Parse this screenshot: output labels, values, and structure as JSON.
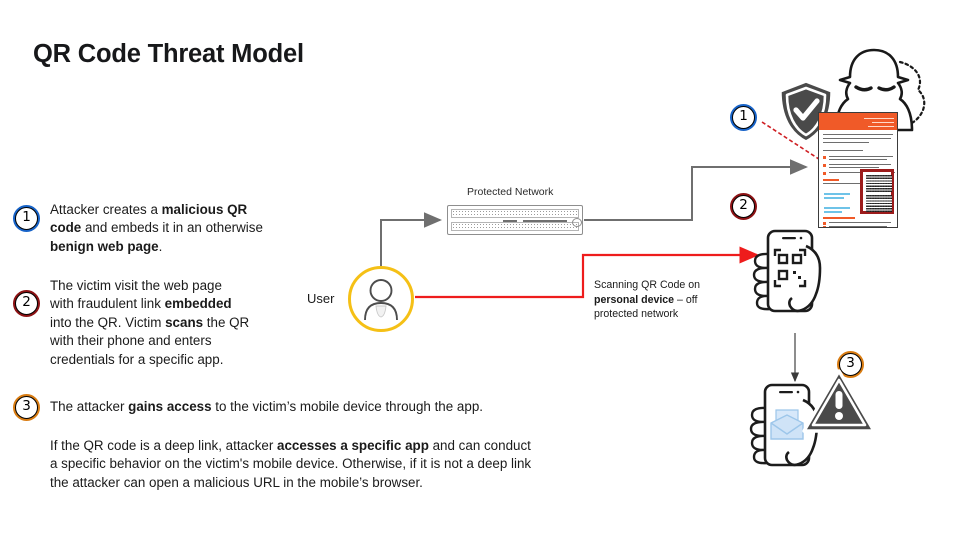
{
  "page": {
    "title": "QR Code Threat Model",
    "background": "#ffffff"
  },
  "colors": {
    "badge_1_ring": "#1763c8",
    "badge_2_ring": "#8d1214",
    "badge_3_ring": "#d97c12",
    "user_circle": "#f5c016",
    "attack_arrow": "#ee1c1c",
    "flow_arrow": "#6f6f6f",
    "webpage_header": "#f05a28",
    "qr_box_border": "#9c1b1b",
    "shield": "#4a4a4a",
    "warning_triangle": "#4a4a4a"
  },
  "steps": [
    {
      "number": "1",
      "ring": "blue",
      "lines": [
        [
          {
            "t": "Attacker creates a ",
            "b": false
          },
          {
            "t": "malicious QR",
            "b": true
          }
        ],
        [
          {
            "t": "code",
            "b": true
          },
          {
            "t": " and embeds it in an otherwise",
            "b": false
          }
        ],
        [
          {
            "t": "benign web page",
            "b": true
          },
          {
            "t": ".",
            "b": false
          }
        ]
      ]
    },
    {
      "number": "2",
      "ring": "red",
      "lines": [
        [
          {
            "t": "The victim visit the web page",
            "b": false
          }
        ],
        [
          {
            "t": "with fraudulent link ",
            "b": false
          },
          {
            "t": "embedded",
            "b": true
          }
        ],
        [
          {
            "t": "into the QR. Victim ",
            "b": false
          },
          {
            "t": "scans",
            "b": true
          },
          {
            "t": " the QR",
            "b": false
          }
        ],
        [
          {
            "t": "with their phone and enters",
            "b": false
          }
        ],
        [
          {
            "t": "credentials for a specific app.",
            "b": false
          }
        ]
      ]
    },
    {
      "number": "3",
      "ring": "orange",
      "lines": [
        [
          {
            "t": "The attacker ",
            "b": false
          },
          {
            "t": "gains access",
            "b": true
          },
          {
            "t": " to the victim’s mobile device through the app.",
            "b": false
          }
        ]
      ]
    }
  ],
  "closing_paragraph": {
    "lines": [
      [
        {
          "t": "If the QR code is a deep link, attacker ",
          "b": false
        },
        {
          "t": "accesses a specific app",
          "b": true
        },
        {
          "t": " and can conduct",
          "b": false
        }
      ],
      [
        {
          "t": "a specific behavior on the victim's mobile device. Otherwise, if it is not a deep link",
          "b": false
        }
      ],
      [
        {
          "t": "the attacker can open a malicious URL in the mobile’s browser.",
          "b": false
        }
      ]
    ]
  },
  "diagram": {
    "protected_network_label": "Protected Network",
    "user_label": "User",
    "scan_caption": {
      "lines": [
        [
          {
            "t": "Scanning QR Code on",
            "b": false
          }
        ],
        [
          {
            "t": "personal device",
            "b": true
          },
          {
            "t": " – off",
            "b": false
          }
        ],
        [
          {
            "t": "protected network",
            "b": false
          }
        ]
      ]
    },
    "callouts": [
      {
        "number": "1",
        "ring": "blue"
      },
      {
        "number": "2",
        "ring": "red"
      },
      {
        "number": "3",
        "ring": "orange"
      }
    ],
    "icons": {
      "hacker": "hacker-silhouette-icon",
      "shield": "shield-check-icon",
      "webpage": "malicious-web-page-icon",
      "qr_codes": "qr-code-pair-icon",
      "firewall": "firewall-appliance-icon",
      "user": "user-avatar-icon",
      "phone_scan": "hand-phone-qr-scan-icon",
      "phone_mail": "hand-phone-envelope-icon",
      "warning": "warning-triangle-icon"
    }
  }
}
